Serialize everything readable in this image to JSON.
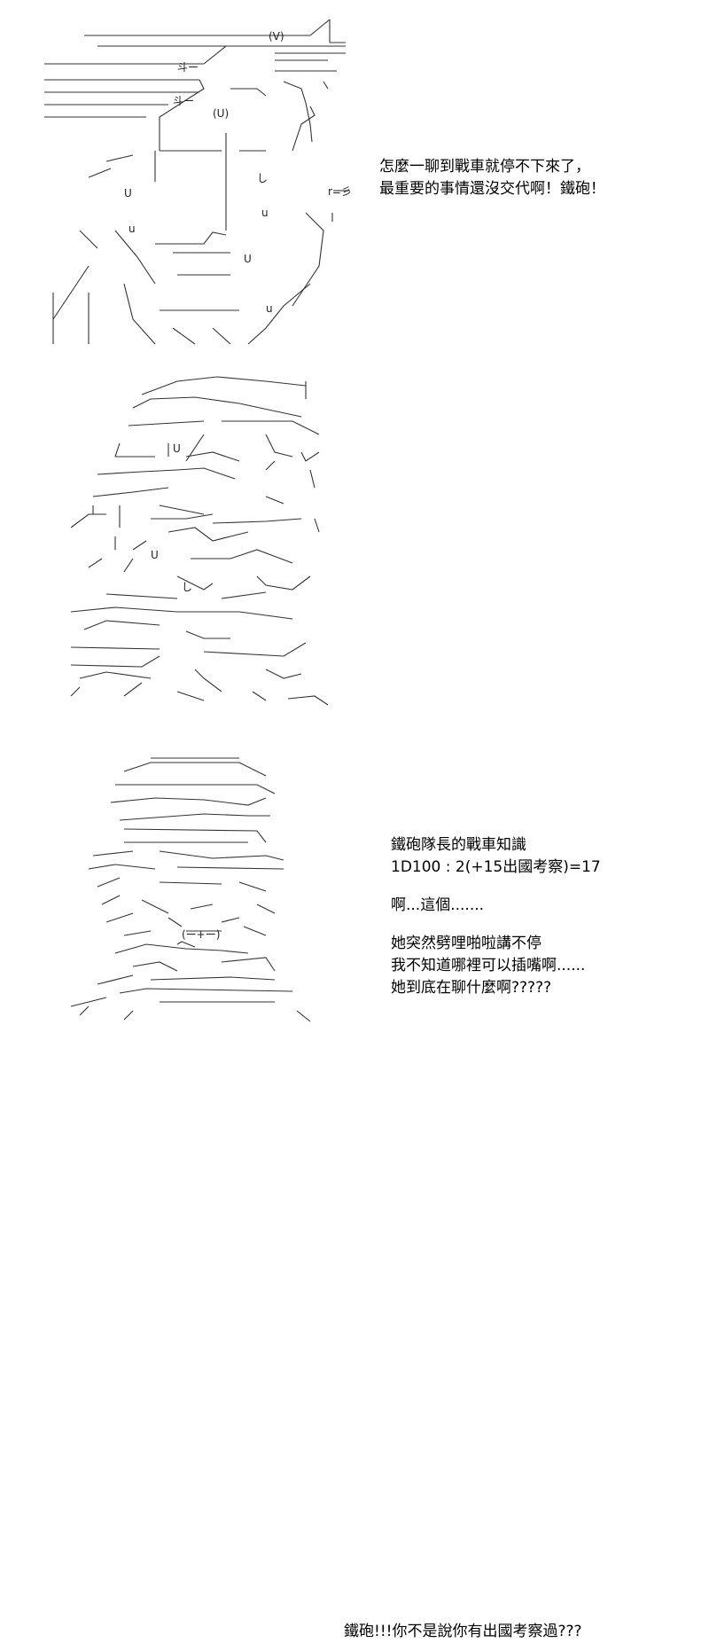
{
  "panels": [
    {
      "lines": [
        "怎麼一聊到戰車就停不下來了，",
        "最重要的事情還沒交代啊！鐵砲！"
      ]
    },
    {
      "lines": [
        "鐵砲隊長的戰車知識",
        "1D100 : 2(+15出國考察)=17",
        "",
        "啊...這個.......",
        "",
        "她突然劈哩啪啦講不停",
        "我不知道哪裡可以插嘴啊......",
        "她到底在聊什麼啊?????"
      ]
    },
    {
      "lines": [
        "鐵砲!!!你不是說你有出國考察過???"
      ]
    }
  ]
}
